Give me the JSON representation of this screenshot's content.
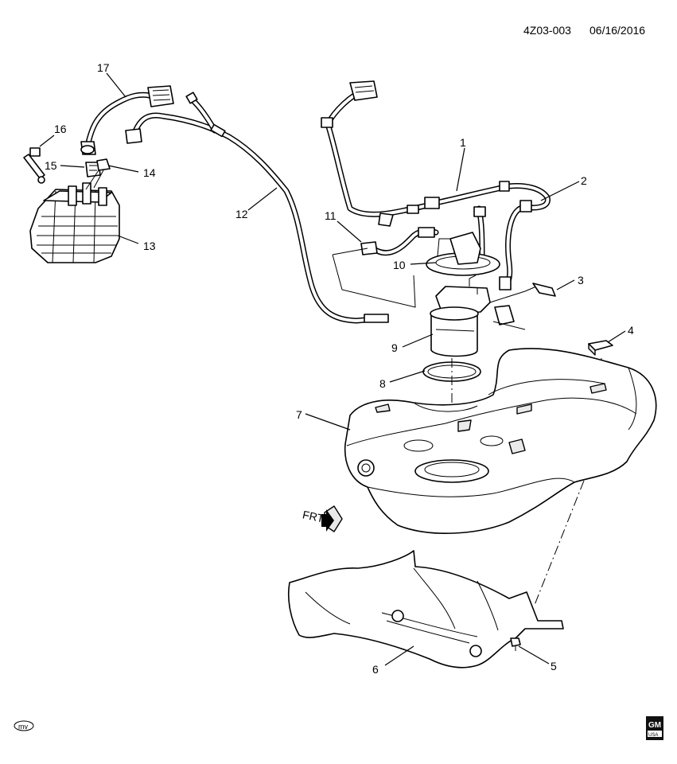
{
  "header": {
    "code": "4Z03-003",
    "date": "06/16/2016"
  },
  "callouts": [
    "1",
    "2",
    "3",
    "4",
    "5",
    "6",
    "7",
    "8",
    "9",
    "10",
    "11",
    "12",
    "13",
    "14",
    "15",
    "16",
    "17"
  ],
  "direction_label": "FRT",
  "footer": {
    "left_mark": "mv",
    "logo_top": "GM",
    "logo_bottom": "USA"
  }
}
